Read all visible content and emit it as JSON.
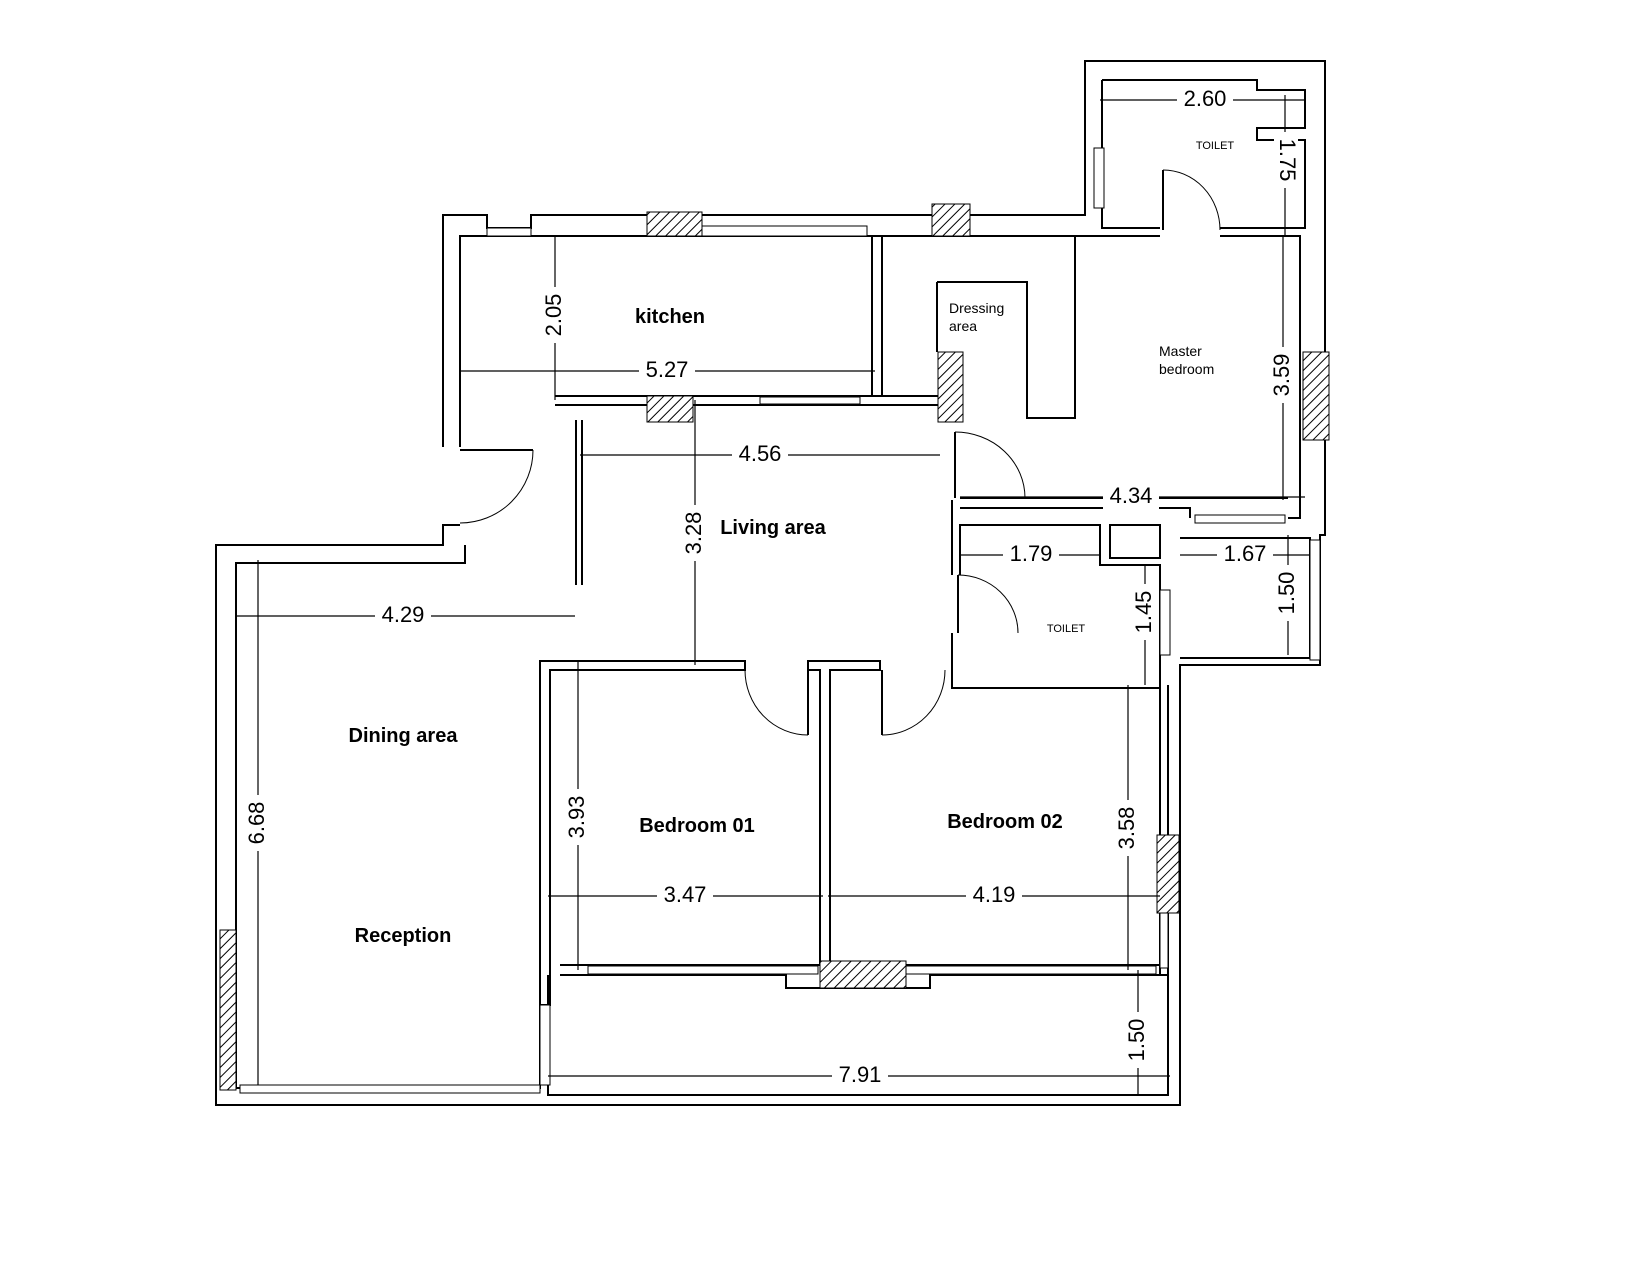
{
  "rooms": {
    "kitchen": "kitchen",
    "dressing_1": "Dressing",
    "dressing_2": "area",
    "master_1": "Master",
    "master_2": "bedroom",
    "toilet_master": "TOILET",
    "toilet_common": "TOILET",
    "living": "Living area",
    "dining": "Dining area",
    "reception": "Reception",
    "bedroom1": "Bedroom 01",
    "bedroom2": "Bedroom 02"
  },
  "dimensions": {
    "toilet_width": "2.60",
    "toilet_depth": "1.75",
    "kitchen_depth": "2.05",
    "kitchen_width": "5.27",
    "master_depth": "3.59",
    "living_width": "4.56",
    "living_depth": "3.28",
    "master_width": "4.34",
    "toilet2_width": "1.79",
    "balcony_width": "1.67",
    "balcony_depth": "1.50",
    "toilet2_depth": "1.45",
    "dining_width": "4.29",
    "dining_depth": "6.68",
    "bed1_depth": "3.93",
    "bed1_width": "3.47",
    "bed2_width": "4.19",
    "bed2_depth": "3.58",
    "terrace_depth": "1.50",
    "terrace_width": "7.91"
  }
}
